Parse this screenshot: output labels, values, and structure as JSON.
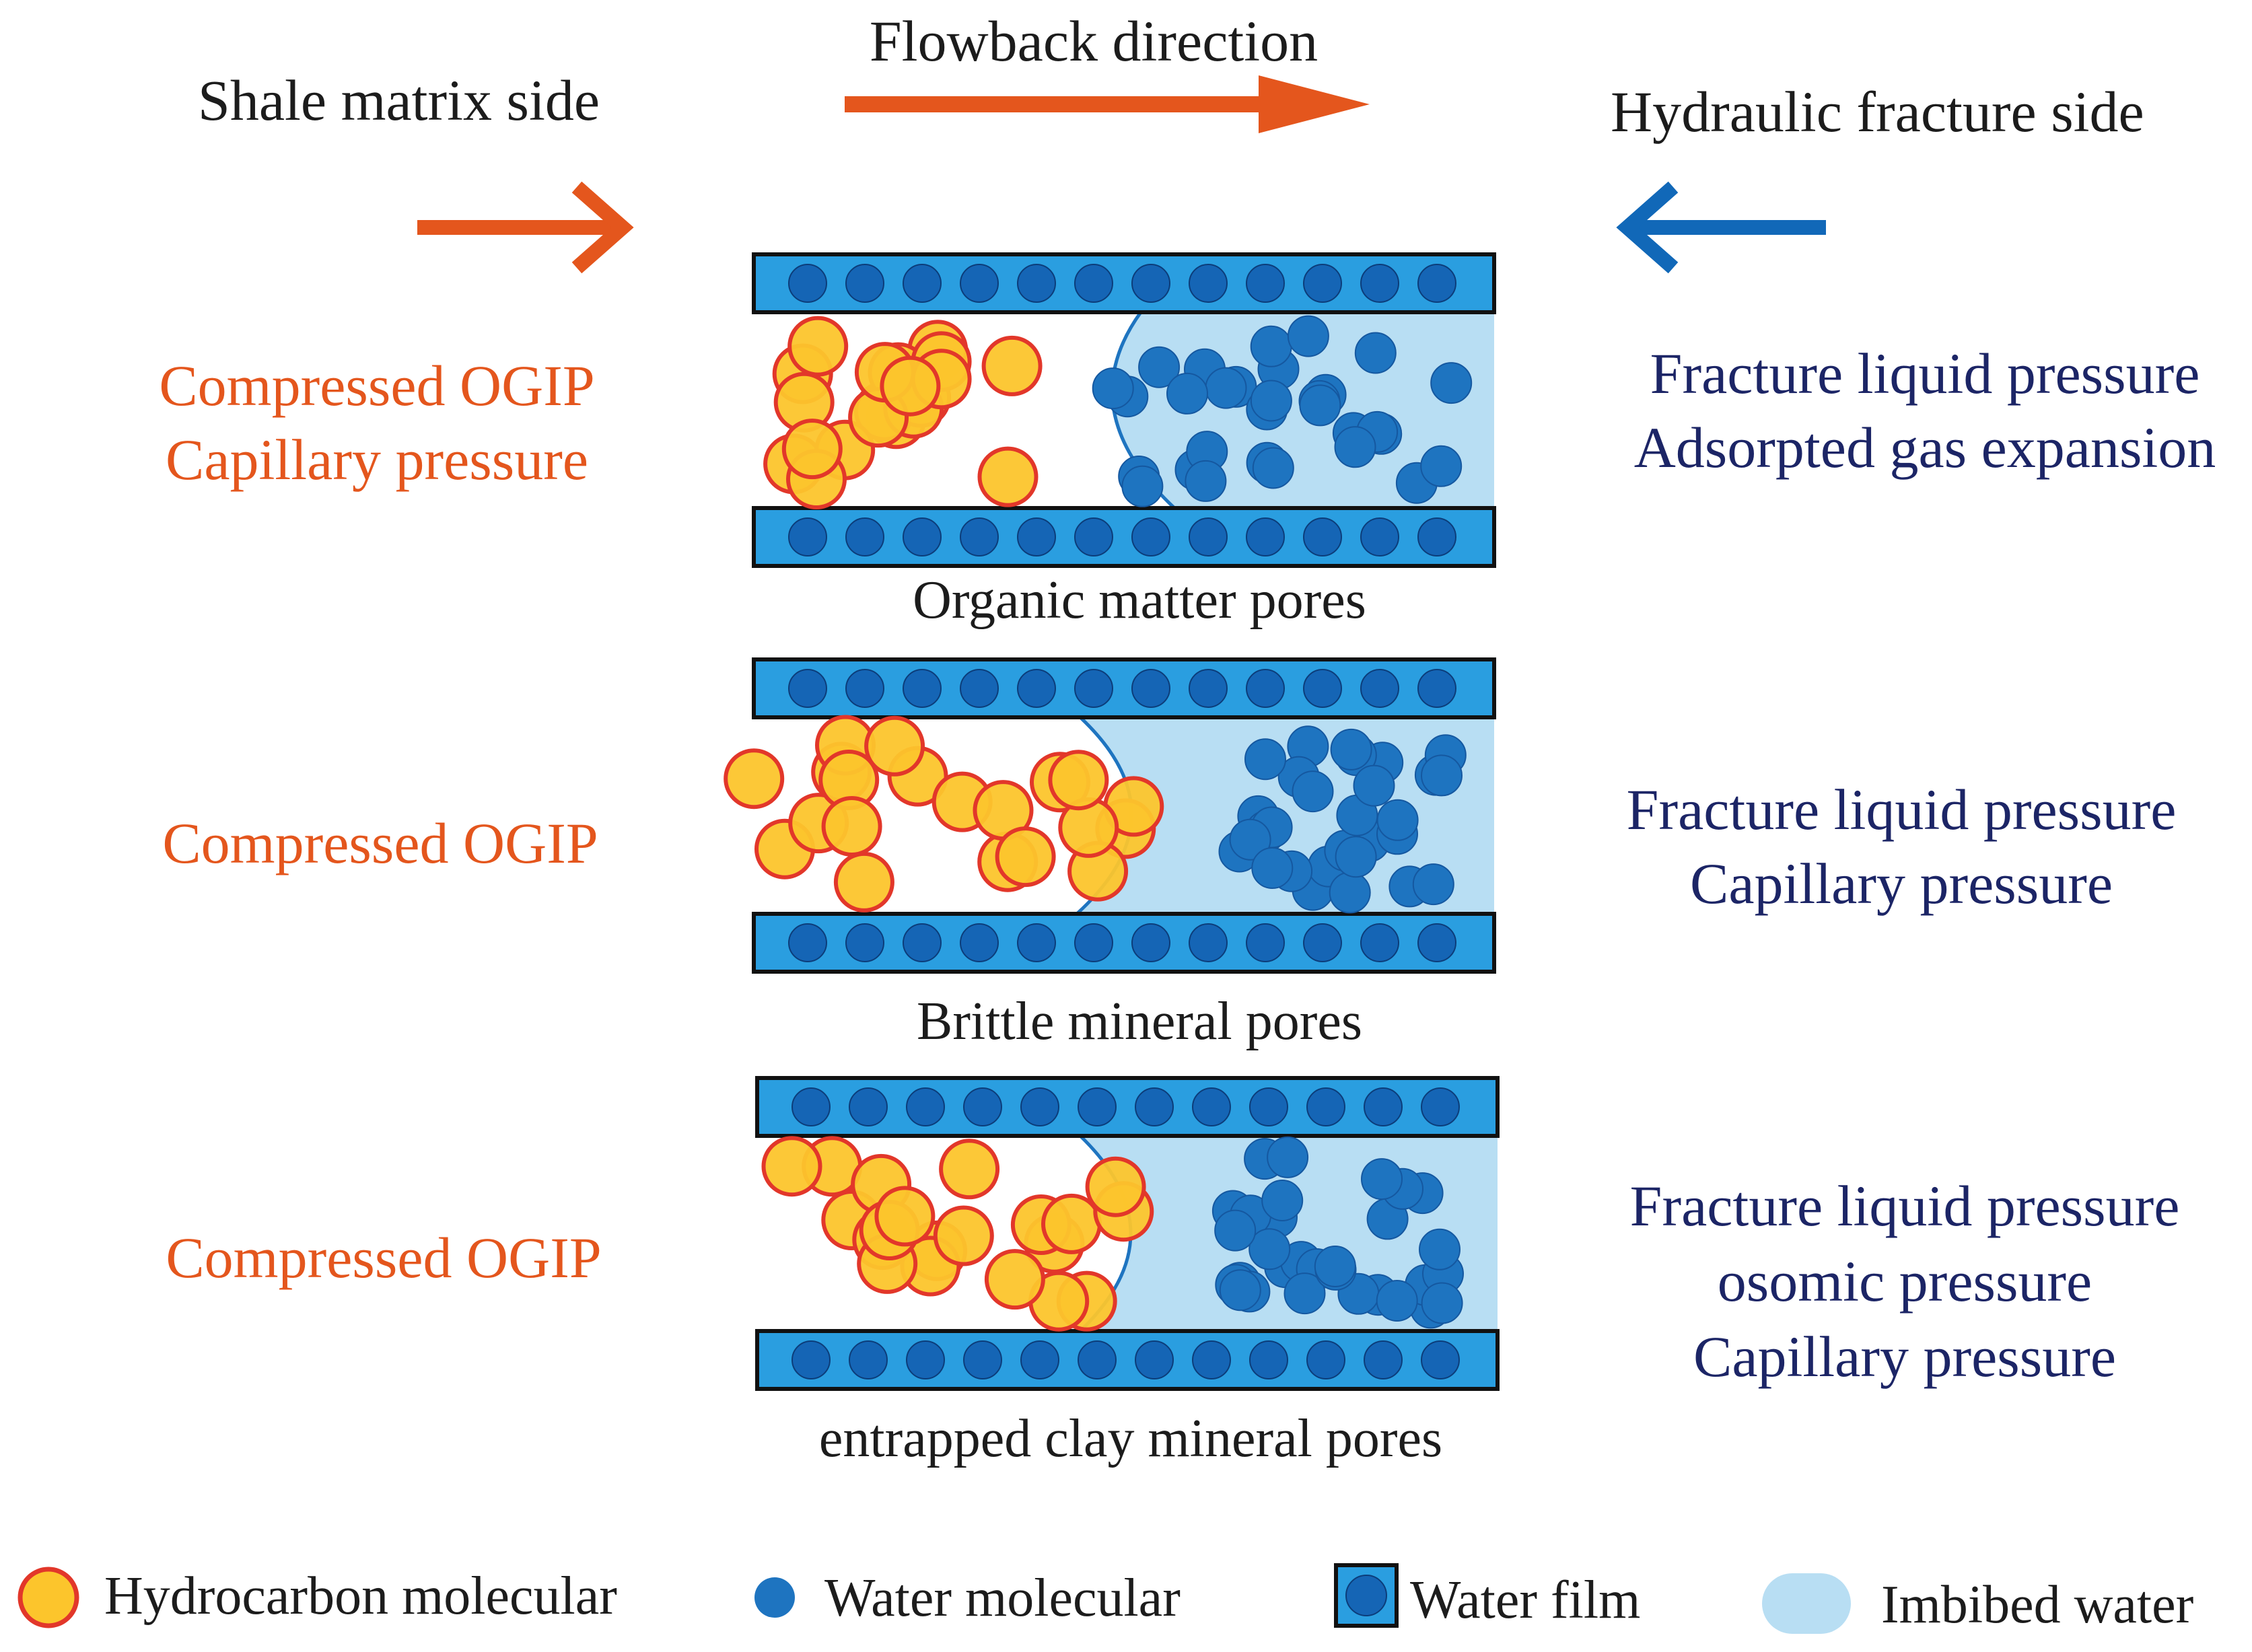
{
  "header": {
    "flowback_direction": "Flowback direction",
    "shale_matrix_side": "Shale matrix side",
    "hydraulic_fracture_side": "Hydraulic fracture side"
  },
  "colors": {
    "orange_accent": "#e4561d",
    "blue_accent": "#1168b8",
    "navy_text": "#1c2566",
    "film_blue": "#2a9ee0",
    "water_blue": "#1e74c0",
    "imbibed_water": "#b8def3",
    "hydrocarbon_fill": "#fcc52c",
    "hydrocarbon_stroke": "#e2372a"
  },
  "icons": {
    "matrix_arrow": "right-arrow-icon",
    "fracture_arrow": "left-arrow-icon",
    "flowback_arrow": "right-arrow-icon"
  },
  "pores": [
    {
      "caption": "Organic matter pores",
      "left_forces": [
        "Compressed OGIP",
        "Capillary pressure"
      ],
      "right_forces": [
        "Fracture liquid pressure",
        "Adsorpted gas expansion"
      ]
    },
    {
      "caption": "Brittle mineral pores",
      "left_forces": [
        "Compressed OGIP"
      ],
      "right_forces": [
        "Fracture liquid pressure",
        "Capillary pressure"
      ]
    },
    {
      "caption": "entrapped clay mineral pores",
      "left_forces": [
        "Compressed OGIP"
      ],
      "right_forces": [
        "Fracture liquid pressure",
        "osomic pressure",
        "Capillary pressure"
      ]
    }
  ],
  "legend": {
    "hydrocarbon": "Hydrocarbon molecular",
    "water": "Water molecular",
    "film": "Water film",
    "imbibed": "Imbibed water"
  }
}
